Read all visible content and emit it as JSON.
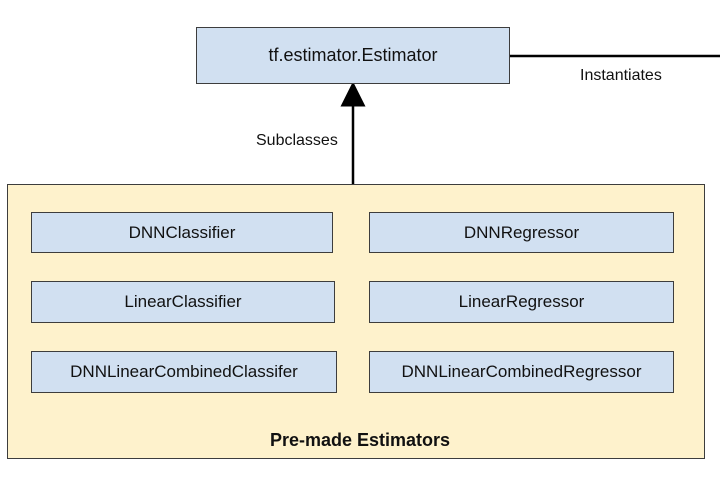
{
  "base_class": {
    "label": "tf.estimator.Estimator"
  },
  "edges": {
    "subclasses": "Subclasses",
    "instantiates": "Instantiates"
  },
  "premade": {
    "title": "Pre-made Estimators",
    "estimators": [
      "DNNClassifier",
      "DNNRegressor",
      "LinearClassifier",
      "LinearRegressor",
      "DNNLinearCombinedClassifer",
      "DNNLinearCombinedRegressor"
    ]
  },
  "colors": {
    "class_box": "#d1e0f1",
    "container": "#fef2cc",
    "border": "#3d3d3d"
  }
}
